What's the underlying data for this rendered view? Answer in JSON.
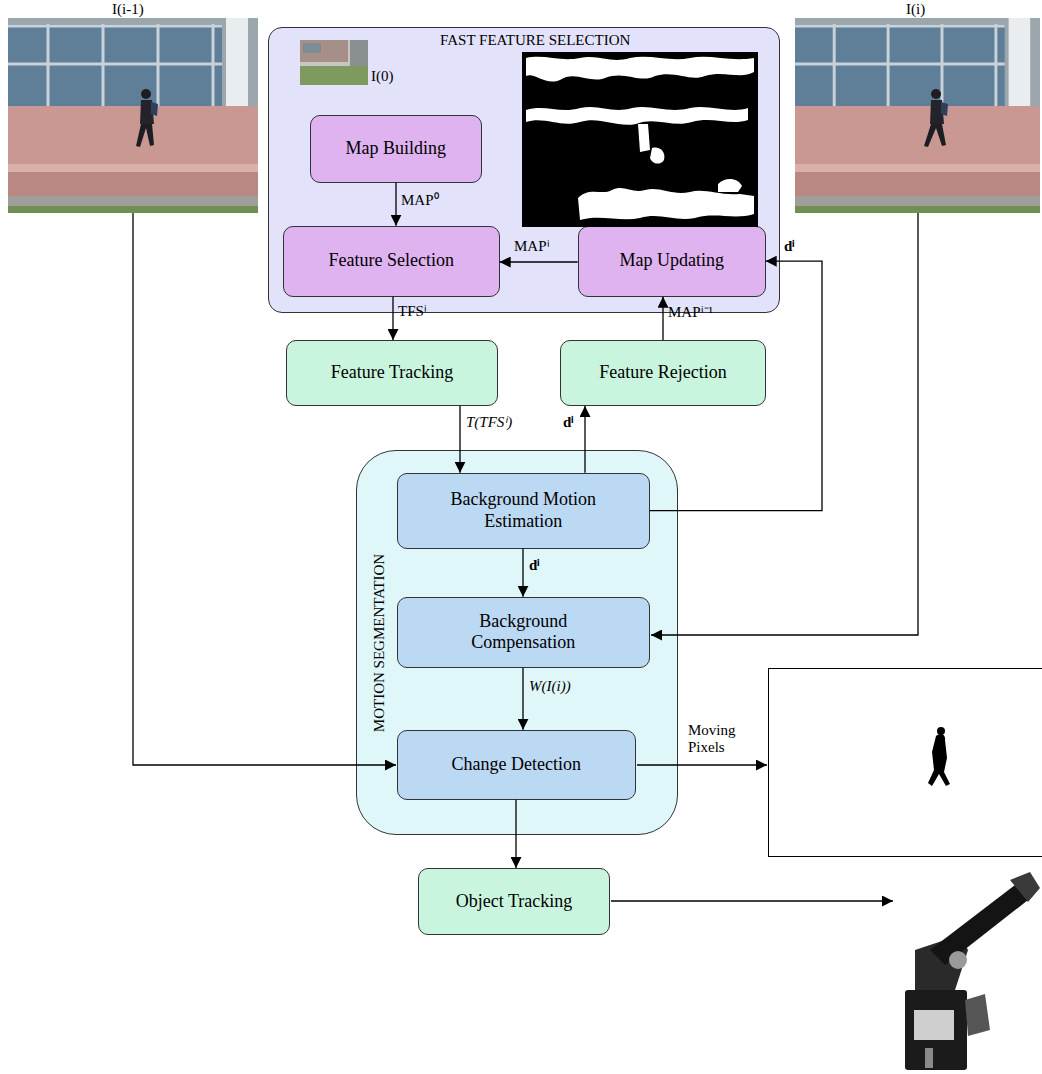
{
  "diagram": {
    "nodes": [
      {
        "text": [
          "FAST FEATURE SELECTION"
        ]
      },
      {
        "text": [
          "Map Building"
        ],
        "in": 0
      },
      {
        "text": [
          "Feature Selection"
        ],
        "in": 0
      },
      {
        "text": [
          "Map Updating"
        ],
        "in": 0
      },
      {
        "text": [
          "Feature Tracking"
        ]
      },
      {
        "text": [
          "Feature Rejection"
        ]
      },
      {
        "text": [
          "MOTION SEGMENTATION"
        ]
      },
      {
        "text": [
          "Background Motion Estimation"
        ],
        "in": 6
      },
      {
        "text": [
          "Background Compensation"
        ],
        "in": 6
      },
      {
        "text": [
          "Change Detection"
        ],
        "in": 6
      },
      {
        "text": [
          "Object Tracking"
        ]
      }
    ],
    "edges": [
      {
        "from": 1,
        "to": 2,
        "arrow": "to",
        "label": "MAP⁰"
      },
      {
        "from": 3,
        "to": 2,
        "arrow": "to",
        "label": "MAPⁱ"
      },
      {
        "from": 2,
        "to": 4,
        "arrow": "to",
        "label": "TFSⁱ"
      },
      {
        "from": 4,
        "to": 7,
        "arrow": "to",
        "label": "T(TFSⁱ)"
      },
      {
        "from": 7,
        "to": 5,
        "arrow": "to",
        "label": "dⁱ"
      },
      {
        "from": 5,
        "to": 3,
        "arrow": "to",
        "label": "MAPⁱ⁻¹"
      },
      {
        "from": 7,
        "to": 3,
        "arrow": "to",
        "label": "dⁱ"
      },
      {
        "from": 7,
        "to": 8,
        "arrow": "to",
        "label": "dⁱ"
      },
      {
        "from": 8,
        "to": 9,
        "arrow": "to",
        "label": "W(I(i))"
      },
      {
        "from": 9,
        "to": 10,
        "arrow": "to"
      }
    ],
    "labels": [
      "I(i-1)",
      "I(i)",
      "I(0)",
      "Moving Pixels"
    ]
  }
}
